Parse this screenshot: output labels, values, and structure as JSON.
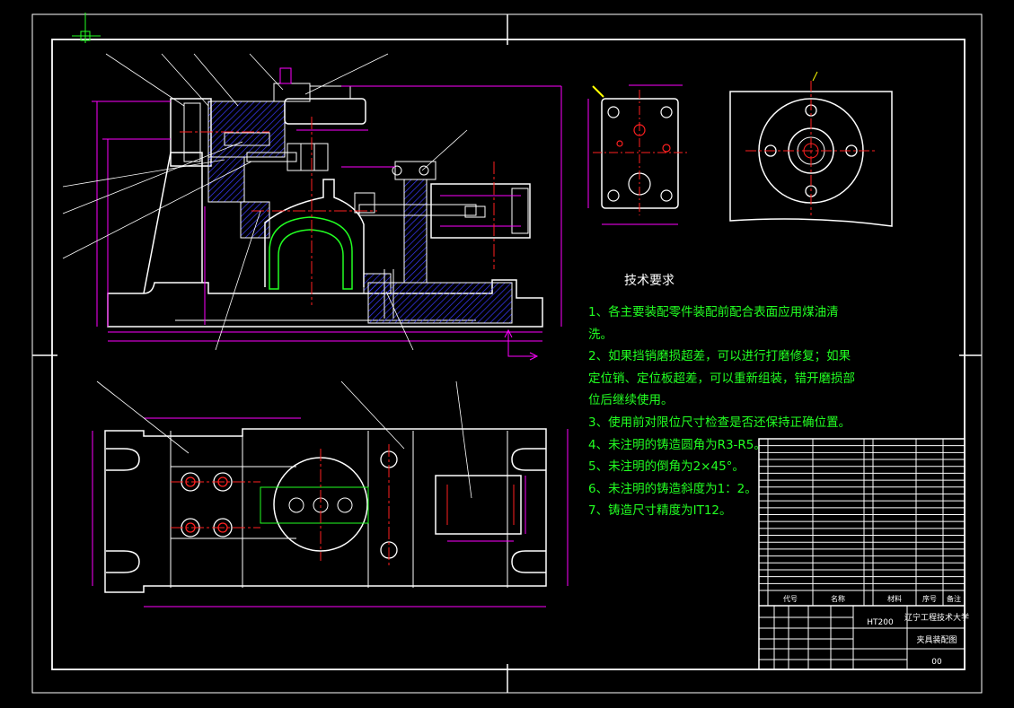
{
  "drawing": {
    "tech_requirements": {
      "title": "技术要求",
      "lines": [
        "1、各主要装配零件装配前配合表面应用煤油清",
        "洗。",
        "2、如果挡销磨损超差，可以进行打磨修复；如果",
        "定位销、定位板超差，可以重新组装，错开磨损部",
        "位后继续使用。",
        "3、使用前对限位尺寸检查是否还保持正确位置。",
        "4、未注明的铸造圆角为R3-R5。",
        "5、未注明的倒角为2×45°。",
        "6、未注明的铸造斜度为1：2。",
        "7、铸造尺寸精度为IT12。"
      ]
    },
    "title_block": {
      "material": "HT200",
      "school": "辽宁工程技术大学",
      "drawing_name": "夹具装配图",
      "drawing_number": "00",
      "header_seq": "序号",
      "header_code": "代号",
      "header_name": "名称",
      "header_material": "材料",
      "header_note": "备注"
    },
    "colors": {
      "background": "#000000",
      "outline": "#ffffff",
      "dimension": "#ff00ff",
      "centerline": "#ff2020",
      "hatch": "#3a3aff",
      "green": "#22ff22",
      "yellow": "#ffff00",
      "cyan": "#00ffff"
    }
  }
}
